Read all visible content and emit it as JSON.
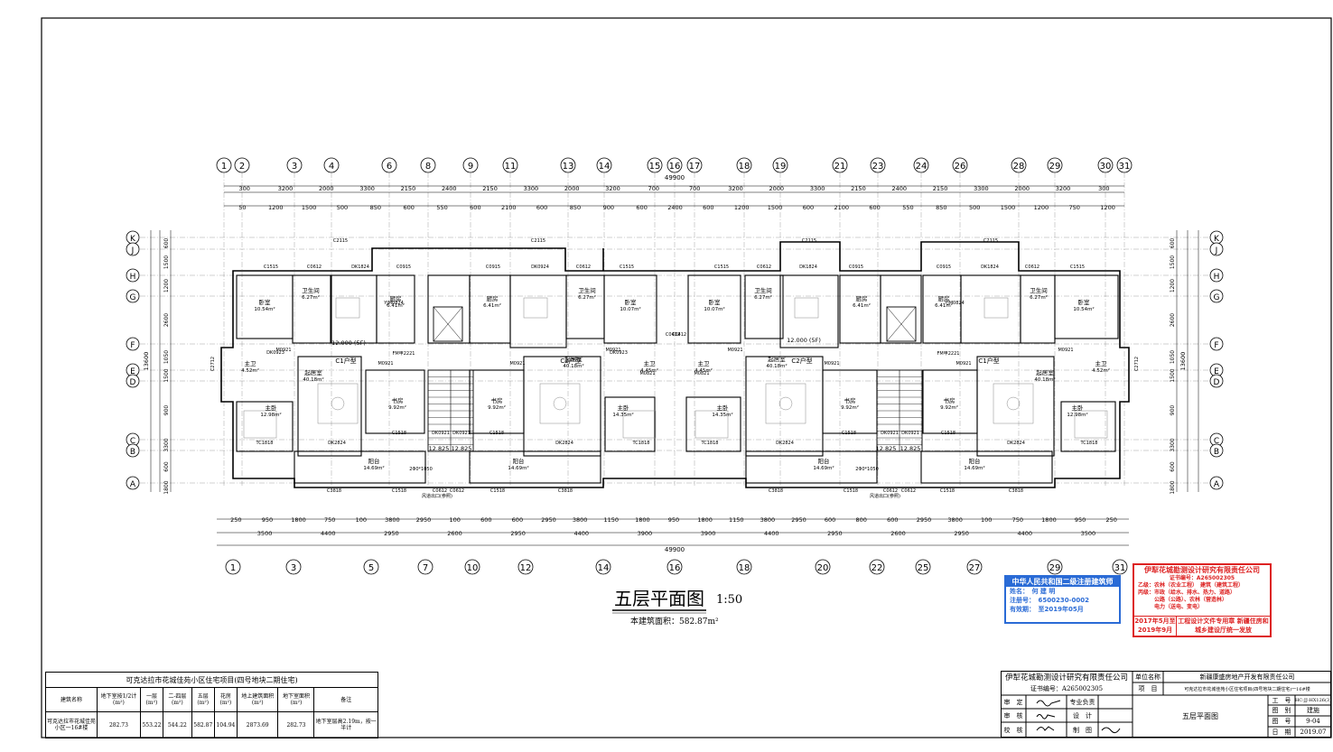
{
  "drawing": {
    "title": "五层平面图",
    "scale": "1:50",
    "area_note": "本建筑面积：582.87m²"
  },
  "axes": {
    "top_numbers": [
      "1",
      "2",
      "3",
      "4",
      "6",
      "8",
      "9",
      "11",
      "13",
      "14",
      "15",
      "16",
      "17",
      "18",
      "19",
      "21",
      "23",
      "24",
      "26",
      "28",
      "29",
      "30",
      "31"
    ],
    "bottom_numbers": [
      "1",
      "3",
      "5",
      "7",
      "10",
      "12",
      "14",
      "16",
      "18",
      "20",
      "22",
      "25",
      "27",
      "29",
      "31"
    ],
    "side_letters": [
      "K",
      "J",
      "H",
      "G",
      "F",
      "E",
      "D",
      "C",
      "B",
      "A"
    ],
    "total_dim": "49900"
  },
  "dims": {
    "top_row1": [
      "300",
      "3200",
      "2000",
      "3300",
      "2150",
      "2400",
      "2150",
      "3300",
      "2000",
      "3200",
      "700",
      "700",
      "3200",
      "2000",
      "3300",
      "2150",
      "2400",
      "2150",
      "3300",
      "2000",
      "3200",
      "300"
    ],
    "top_row2": [
      "50",
      "1200",
      "1500",
      "500",
      "850",
      "600",
      "550",
      "600",
      "2100",
      "600",
      "850",
      "900",
      "600",
      "2400",
      "600",
      "1200",
      "1500",
      "600",
      "2100",
      "600",
      "550",
      "850",
      "500",
      "1500",
      "1200",
      "750",
      "1200"
    ],
    "bottom_row1": [
      "250",
      "950",
      "1800",
      "750",
      "100",
      "3800",
      "2950",
      "100",
      "600",
      "600",
      "2950",
      "3800",
      "1150",
      "1800",
      "950",
      "1800",
      "1150",
      "3800",
      "2950",
      "600",
      "800",
      "600",
      "2950",
      "3800",
      "100",
      "750",
      "1800",
      "950",
      "250"
    ],
    "bottom_row2": [
      "3500",
      "4400",
      "2950",
      "2600",
      "2950",
      "4400",
      "3900",
      "3900",
      "4400",
      "2950",
      "2600",
      "2950",
      "4400",
      "3500"
    ],
    "left_dims": [
      "600",
      "1500",
      "1200",
      "2600",
      "1050",
      "1500",
      "900",
      "3300",
      "600",
      "1800"
    ],
    "left_total": "13600",
    "right_total": "13600"
  },
  "rooms": [
    {
      "name": "卧室",
      "area": "10.54m²"
    },
    {
      "name": "卫生间",
      "area": "6.27m²"
    },
    {
      "name": "厨房",
      "area": "6.41m²"
    },
    {
      "name": "厨房",
      "area": "6.41m²"
    },
    {
      "name": "卫生间",
      "area": "6.27m²"
    },
    {
      "name": "卧室",
      "area": "10.07m²"
    },
    {
      "name": "卧室",
      "area": "10.07m²"
    },
    {
      "name": "卫生间",
      "area": "6.27m²"
    },
    {
      "name": "厨房",
      "area": "6.41m²"
    },
    {
      "name": "厨房",
      "area": "6.41m²"
    },
    {
      "name": "卫生间",
      "area": "6.27m²"
    },
    {
      "name": "卧室",
      "area": "10.54m²"
    },
    {
      "name": "主卫",
      "area": "4.52m²"
    },
    {
      "name": "起居室",
      "area": "40.18m²"
    },
    {
      "name": "书房",
      "area": "9.92m²"
    },
    {
      "name": "书房",
      "area": "9.92m²"
    },
    {
      "name": "起居室",
      "area": "40.18m²"
    },
    {
      "name": "主卫",
      "area": "4.45m²"
    },
    {
      "name": "主卫",
      "area": "4.45m²"
    },
    {
      "name": "起居室",
      "area": "40.18m²"
    },
    {
      "name": "书房",
      "area": "9.92m²"
    },
    {
      "name": "书房",
      "area": "9.92m²"
    },
    {
      "name": "起居室",
      "area": "40.18m²"
    },
    {
      "name": "主卫",
      "area": "4.52m²"
    },
    {
      "name": "主卧",
      "area": "12.98m²"
    },
    {
      "name": "主卧",
      "area": "14.35m²"
    },
    {
      "name": "主卧",
      "area": "14.35m²"
    },
    {
      "name": "主卧",
      "area": "12.98m²"
    },
    {
      "name": "阳台",
      "area": "14.69m²"
    },
    {
      "name": "阳台",
      "area": "14.69m²"
    },
    {
      "name": "阳台",
      "area": "14.69m²"
    },
    {
      "name": "阳台",
      "area": "14.69m²"
    }
  ],
  "unit_types": [
    "C1户型",
    "C2户型",
    "C2户型",
    "C1户型"
  ],
  "elevation_marks": [
    "12.000 (5F)",
    "12.000 (5F)",
    "12.825",
    "12.825",
    "12.825",
    "12.825"
  ],
  "tags": {
    "windows_top": [
      "C2115",
      "C2115",
      "C2115",
      "C2115",
      "C1515",
      "C0612",
      "DK1824",
      "C0915",
      "C0915",
      "DK0924",
      "C0612",
      "C1515",
      "C1515",
      "C0612",
      "DK1824",
      "C0915",
      "C0915",
      "DK1824",
      "C0612",
      "C1515"
    ],
    "windows_bottom": [
      "TC1818",
      "DK2824",
      "C1518",
      "C1518",
      "DK2824",
      "TC1818",
      "TC1818",
      "DK2824",
      "C1518",
      "C1518",
      "DK2824",
      "TC1818",
      "C3818",
      "C1518",
      "C0612",
      "C0612",
      "C1518",
      "C3818",
      "C3818",
      "C1518",
      "C0612",
      "C0612",
      "C1518",
      "C3818"
    ],
    "doors": [
      "M0921",
      "M0921",
      "M0921",
      "M0921",
      "M0821",
      "M0821",
      "M0921",
      "M0921",
      "M0921",
      "M0921",
      "DK0923",
      "DK0923",
      "DK0921",
      "DK0921",
      "DK0921",
      "DK0921",
      "FM甲2221",
      "FM甲2221",
      "YJM0824",
      "YJM0824"
    ],
    "stair_notes": [
      "2Φ0*1050",
      "2Φ0*1050",
      "风道出口(参照)",
      "风道出口(参照)"
    ],
    "other": [
      "C2712",
      "C2712",
      "C0412",
      "C0412"
    ]
  },
  "area_table": {
    "title": "可克达拉市花城佳苑小区住宅项目(四号地块二期住宅)",
    "headers": [
      "建筑名称",
      "地下室按1/2计(m²)",
      "一层(m²)",
      "二-四层(m²)",
      "五层(m²)",
      "花房(m²)",
      "地上建筑面积(m²)",
      "地下室面积(m²)",
      "备注"
    ],
    "row": [
      "可克达拉市花城佳苑小区一16#楼",
      "282.73",
      "553.22",
      "544.22",
      "582.87",
      "104.94",
      "2873.69",
      "282.73",
      "地下室层高2.19m，按一半计"
    ]
  },
  "title_block": {
    "company": "伊犁花城勘测设计研究有限责任公司",
    "cert": "证书编号：A265002305",
    "unit_label": "单位名称",
    "unit_value": "新疆康盛房地产开发有限责任公司",
    "project_label": "项　目",
    "project_value": "可克达拉市花城佳苑小区住宅项目(四号地块二期住宅)一16#楼",
    "roles": [
      "审　定",
      "审　核",
      "校　核"
    ],
    "roles2": [
      "专业负责",
      "设　计",
      "制　图"
    ],
    "drawing_name": "五层平面图",
    "meta_labels": [
      "工　号",
      "图　别",
      "图　号",
      "日　期"
    ],
    "meta_values": [
      "HC-JJ-HX126(3)",
      "建施",
      "9-04",
      "2019.07"
    ]
  },
  "stamp_architect": {
    "header": "中华人民共和国二级注册建筑师",
    "name": "姓名：　何 建 明",
    "reg": "注册号：　6500230-0002",
    "valid": "有效期：　至2019年05月"
  },
  "stamp_qual": {
    "header": "伊犁花城勘测设计研究有限责任公司",
    "cert": "证书编号：A265002305",
    "l1": "乙级：农林（农业工程）　建筑（建筑工程）",
    "l2": "丙级：市政（给水、排水、热力、道路）",
    "l3": "　　　公路（公路）、农林（营造林）",
    "l4": "　　　电力（送电、变电）",
    "left": "2017年5月至2019年9月",
    "right": "工程设计文件专用章 新疆住房和城乡建设厅统一发放"
  },
  "colors": {
    "line": "#000000",
    "architect_blue": "#2a6bd6",
    "stamp_red": "#dd2222",
    "grid": "#555555"
  }
}
